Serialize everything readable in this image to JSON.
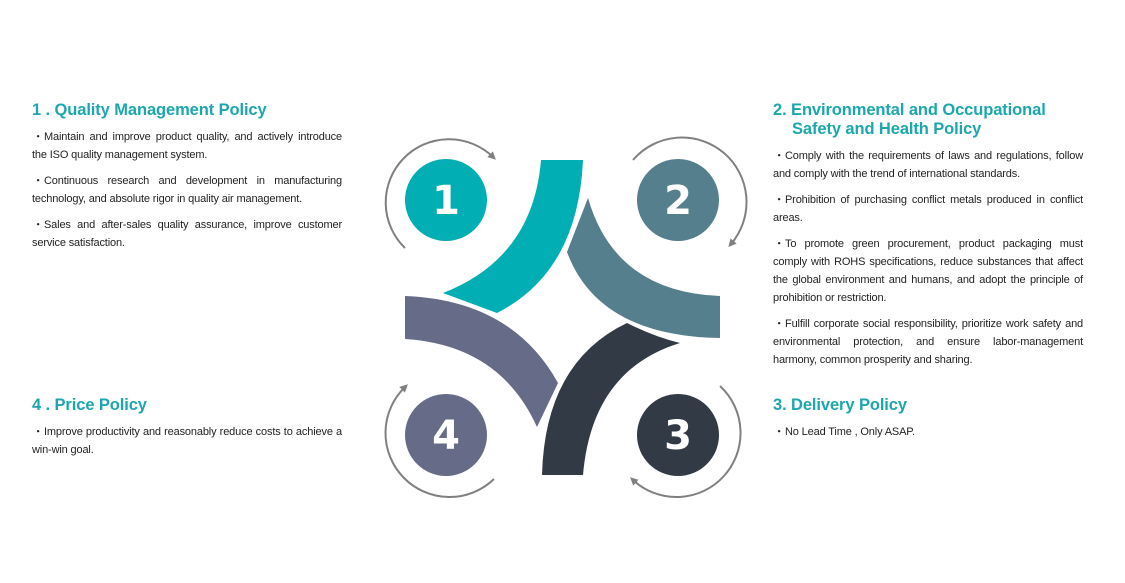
{
  "sections": [
    {
      "number": "1",
      "title": "1 . Quality Management Policy",
      "title_sub": "",
      "color": "#00aeb3",
      "items": [
        "Maintain and improve product quality, and actively introduce the ISO quality management system.",
        "Continuous research and development in manufacturing technology, and absolute rigor in quality air management.",
        "Sales and after-sales quality assurance, improve customer service satisfaction."
      ]
    },
    {
      "number": "2",
      "title": "2. Environmental and Occupational",
      "title_sub": "Safety and Health Policy",
      "color": "#557f8c",
      "items": [
        "Comply with the requirements of laws and regulations, follow and comply with the trend of international standards.",
        "Prohibition of purchasing conflict metals produced in conflict areas.",
        "To promote green procurement, product packaging must comply with ROHS specifications, reduce substances that affect the global environment and humans, and adopt the principle of prohibition or restriction.",
        "Fulfill corporate social responsibility, prioritize work safety and environmental protection, and ensure labor-management harmony, common prosperity and sharing."
      ]
    },
    {
      "number": "3",
      "title": "3. Delivery Policy",
      "title_sub": "",
      "color": "#323a45",
      "items": [
        "No Lead Time , Only ASAP."
      ]
    },
    {
      "number": "4",
      "title": "4 . Price Policy",
      "title_sub": "",
      "color": "#666b87",
      "items": [
        "Improve productivity and reasonably reduce costs to achieve a win-win goal."
      ]
    }
  ],
  "bullet": "・",
  "accent_heading": "#1ba7ae",
  "arrow_color": "#808080"
}
